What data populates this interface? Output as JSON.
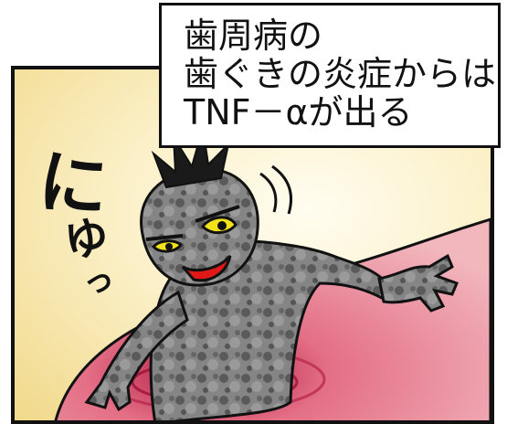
{
  "caption": {
    "line1": "歯周病の",
    "line2": "歯ぐきの炎症からは",
    "line3": "TNF－αが出る"
  },
  "sound_effect": {
    "char1": "に",
    "char2": "ゆ",
    "char3": "っ"
  },
  "colors": {
    "gum": "#e8a0a8",
    "gum_dark": "#c83a5a",
    "creature": "#7a7a7a",
    "eyes": "#f2e21a",
    "mouth": "#e01818",
    "background": "#f8e7a8"
  }
}
